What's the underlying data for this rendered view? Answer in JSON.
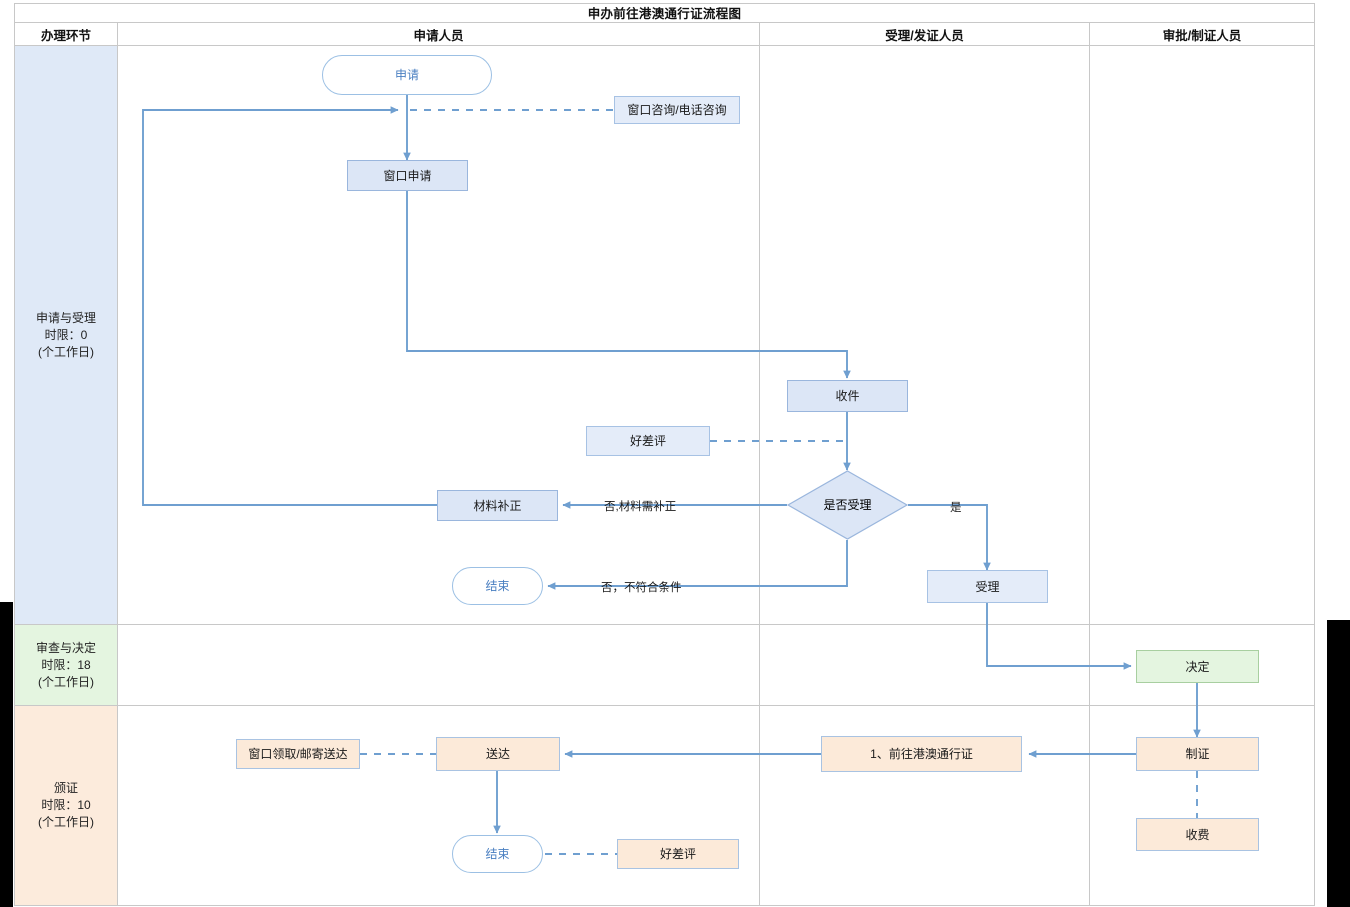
{
  "title": "申办前往港澳通行证流程图",
  "columns": [
    {
      "key": "stage",
      "label": "办理环节"
    },
    {
      "key": "applicant",
      "label": "申请人员"
    },
    {
      "key": "acceptor",
      "label": "受理/发证人员"
    },
    {
      "key": "approver",
      "label": "审批/制证人员"
    }
  ],
  "lanes": [
    {
      "name": "申请与受理",
      "limit_label": "时限：0",
      "unit_label": "(个工作日)",
      "fill": "#dfe9f7"
    },
    {
      "name": "审查与决定",
      "limit_label": "时限：18",
      "unit_label": "(个工作日)",
      "fill": "#e4f5e0"
    },
    {
      "name": "颁证",
      "limit_label": "时限：10",
      "unit_label": "(个工作日)",
      "fill": "#fcebdc"
    }
  ],
  "nodes": {
    "start_apply": {
      "label": "申请",
      "shape": "terminator",
      "column": "applicant",
      "lane": 0
    },
    "consult_note": {
      "label": "窗口咨询/电话咨询",
      "shape": "note",
      "column": "applicant",
      "lane": 0
    },
    "window_apply": {
      "label": "窗口申请",
      "shape": "process",
      "column": "applicant",
      "lane": 0
    },
    "receive": {
      "label": "收件",
      "shape": "process",
      "column": "acceptor",
      "lane": 0
    },
    "rating_top": {
      "label": "好差评",
      "shape": "note",
      "column": "applicant",
      "lane": 0
    },
    "decide_accept": {
      "label": "是否受理",
      "shape": "decision",
      "column": "acceptor",
      "lane": 0
    },
    "material_fix": {
      "label": "材料补正",
      "shape": "process",
      "column": "applicant",
      "lane": 0
    },
    "end_reject": {
      "label": "结束",
      "shape": "terminator",
      "column": "applicant",
      "lane": 0
    },
    "accept": {
      "label": "受理",
      "shape": "process",
      "column": "acceptor",
      "lane": 0
    },
    "decision": {
      "label": "决定",
      "shape": "process",
      "column": "approver",
      "lane": 1
    },
    "make_cert": {
      "label": "制证",
      "shape": "process",
      "column": "approver",
      "lane": 2
    },
    "charge_fee": {
      "label": "收费",
      "shape": "process",
      "column": "approver",
      "lane": 2
    },
    "cert_item": {
      "label": "1、前往港澳通行证",
      "shape": "process",
      "column": "acceptor",
      "lane": 2
    },
    "deliver": {
      "label": "送达",
      "shape": "process",
      "column": "applicant",
      "lane": 2
    },
    "pickup_note": {
      "label": "窗口领取/邮寄送达",
      "shape": "note",
      "column": "applicant",
      "lane": 2
    },
    "end_done": {
      "label": "结束",
      "shape": "terminator",
      "column": "applicant",
      "lane": 2
    },
    "rating_bottom": {
      "label": "好差评",
      "shape": "note",
      "column": "applicant",
      "lane": 2
    }
  },
  "edge_labels": {
    "no_need_fix": "否,材料需补正",
    "no_not_qualified": "否，不符合条件",
    "yes": "是"
  },
  "colors": {
    "connector": "#6f9fd0",
    "grid": "#c8c8c8",
    "lane_apply": "#dfe9f7",
    "lane_review": "#e4f5e0",
    "lane_issue": "#fcebdc",
    "node_blue_fill": "#dce6f6",
    "node_blue_border": "#9ab6dd",
    "node_green_fill": "#e4f5e0",
    "node_peach_fill": "#fcead9",
    "terminator_text": "#4a7fc1"
  }
}
